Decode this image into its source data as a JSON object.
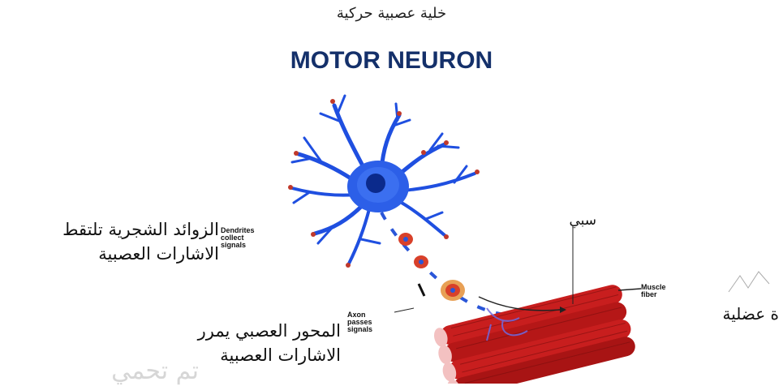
{
  "titles": {
    "arabic": "خلية عصبية حركية",
    "english": "MOTOR NEURON"
  },
  "labels": {
    "dendrites_ar_line1": "الزوائد الشجرية تلتقط",
    "dendrites_ar_line2": "الاشارات العصبية",
    "dendrites_en_1": "Dendrites",
    "dendrites_en_2": "collect",
    "dendrites_en_3": "signals",
    "axon_ar_line1": "المحور العصبي  يمرر",
    "axon_ar_line2": "الاشارات العصبية",
    "axon_en_1": "Axon",
    "axon_en_2": "passes",
    "axon_en_3": "signals",
    "muscle_en_1": "Muscle",
    "muscle_en_2": "fiber",
    "muscle_ar": "ة عضلية",
    "junction_ar": "سبي",
    "watermark": "تم تحمي"
  },
  "colors": {
    "neuron": "#1f4fe0",
    "muscle": "#c81e1e",
    "myelin": "#d8402a",
    "title": "#14306a"
  }
}
